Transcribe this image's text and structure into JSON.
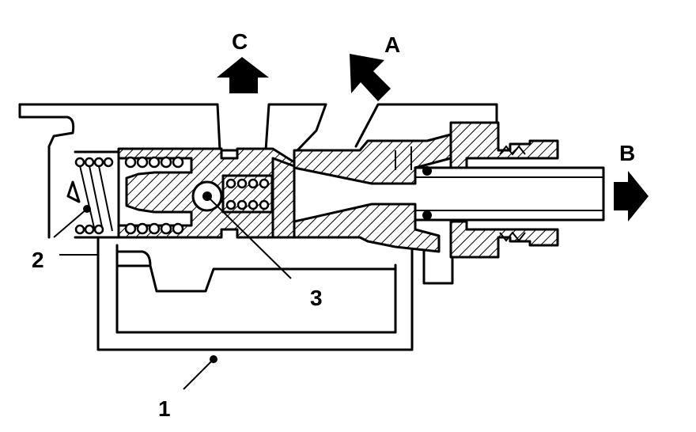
{
  "labels": {
    "port_c": "C",
    "port_a": "A",
    "port_b": "B",
    "part_1": "1",
    "part_2": "2",
    "part_3": "3"
  },
  "colors": {
    "ink": "#000000",
    "paper": "#ffffff"
  }
}
